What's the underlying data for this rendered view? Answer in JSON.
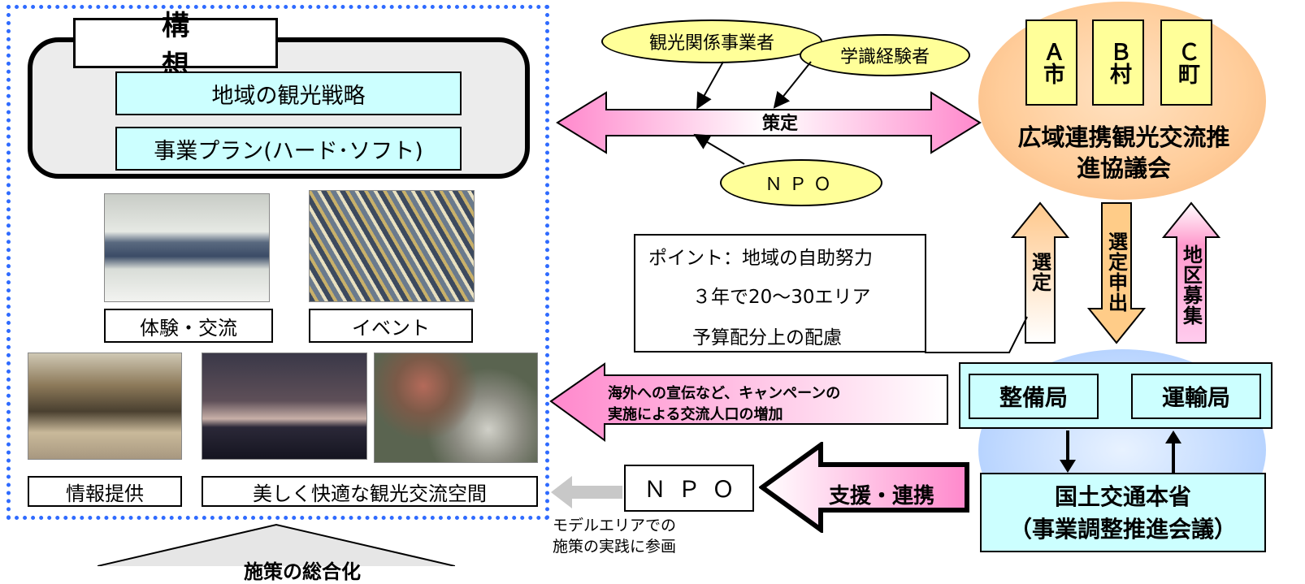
{
  "concept": {
    "title": "構　想",
    "strategy": "地域の観光戦略",
    "plan": "事業プラン(ハード･ソフト)"
  },
  "photos": {
    "experience": "体験・交流",
    "event": "イベント",
    "info": "情報提供",
    "space": "美しく快適な観光交流空間"
  },
  "actors": {
    "tourism": "観光関係事業者",
    "scholars": "学識経験者",
    "npo_top": "ＮＰＯ",
    "formulation": "策定"
  },
  "council": {
    "name": "広域連携観光交流推進協議会",
    "city_a": "Ａ市",
    "village_b": "Ｂ村",
    "town_c": "Ｃ町"
  },
  "vertical_arrows": {
    "selection": "選定",
    "application": "選定申出",
    "recruitment": "地区募集"
  },
  "points": {
    "line1": "ポイント：地域の自助努力",
    "line2": "３年で20～30エリア",
    "line3": "予算配分上の配慮"
  },
  "campaign": {
    "line1": "海外への宣伝など、キャンペーンの",
    "line2": "実施による交流人口の増加"
  },
  "npo_bottom": {
    "label": "ＮＰＯ",
    "note1": "モデルエリアでの",
    "note2": "施策の実践に参画"
  },
  "support": "支援・連携",
  "bureaus": {
    "seibi": "整備局",
    "unyu": "運輸局"
  },
  "ministry": {
    "line1": "国土交通本省",
    "line2": "（事業調整推進会議）"
  },
  "bottom_partial": "施策の総合化"
}
